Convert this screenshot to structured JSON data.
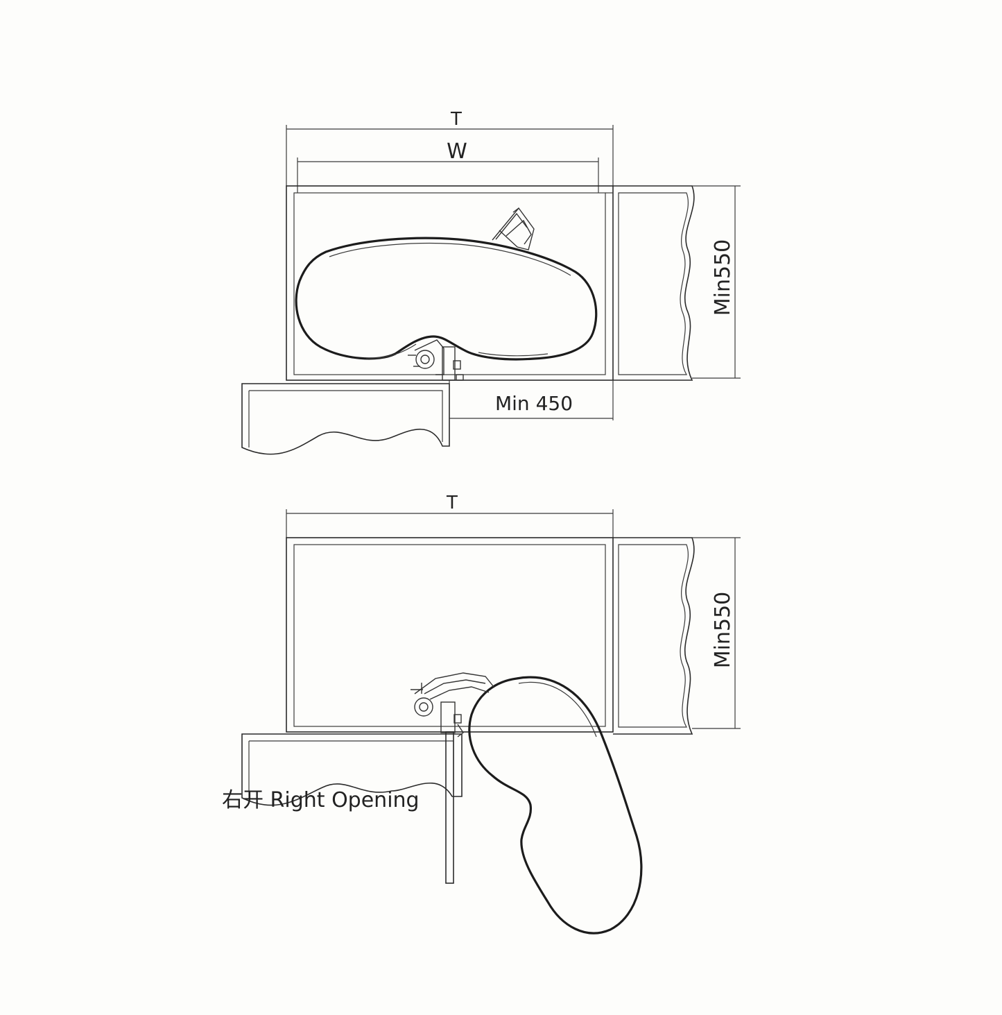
{
  "top_diagram": {
    "overall_width_label": "T",
    "inner_width_label": "W",
    "min_depth_label": "Min550",
    "min_opening_label": "Min 450"
  },
  "bottom_diagram": {
    "overall_width_label": "T",
    "min_depth_label": "Min550"
  },
  "caption": "右开 Right Opening",
  "colors": {
    "line": "#2a2a2a",
    "background": "#fdfdfb"
  }
}
